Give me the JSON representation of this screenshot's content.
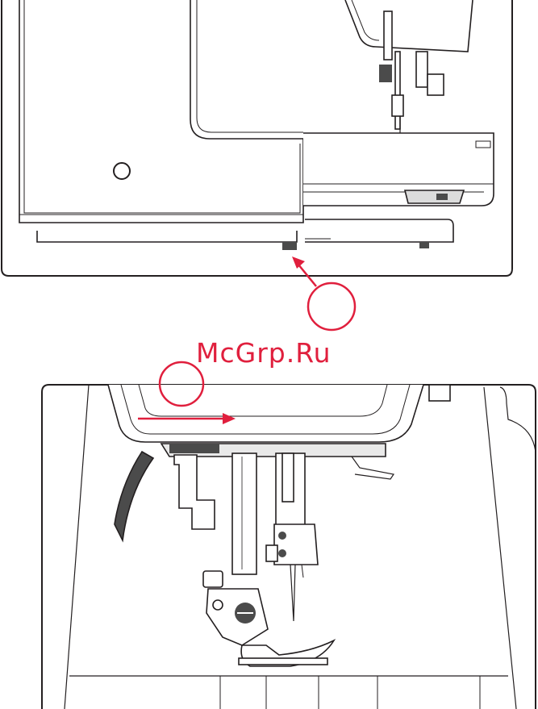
{
  "watermark": {
    "text": "McGrp.Ru",
    "color": "#e01f3d"
  },
  "colors": {
    "callout": "#e01f3d",
    "outline": "#231f20",
    "dark_part": "#4b4b4b",
    "shade": "#e9e9e9"
  },
  "panels": [
    {
      "id": "side-view",
      "icons": [
        "sewing-machine-side-icon",
        "callout-circle-icon",
        "callout-arrow-icon"
      ]
    },
    {
      "id": "needle-area-view",
      "icons": [
        "presser-foot-icon",
        "needle-clamp-icon",
        "callout-circle-icon",
        "callout-arrow-icon"
      ]
    }
  ]
}
